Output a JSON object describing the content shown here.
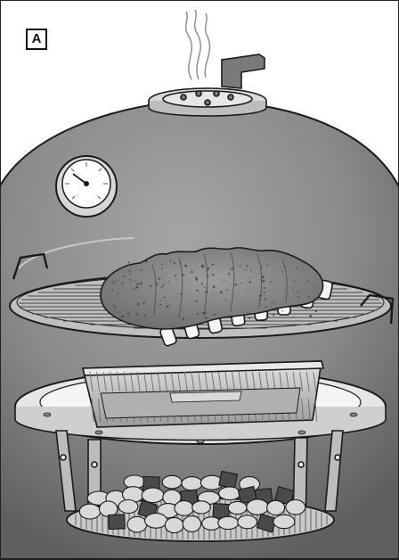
{
  "figure": {
    "panel_label": "A",
    "parts": {
      "lid": "kettle-grill-lid",
      "vent": "top-damper-vent",
      "thermometer": "lid-thermometer",
      "cooking_grate": "cooking-grate",
      "food": "ribs",
      "drip_pan": "aluminum-drip-pan",
      "charcoal_grate": "charcoal-grate",
      "fuel": "charcoal-briquettes-and-wood-chunks"
    },
    "colors": {
      "lid_dark": "#6e6e6e",
      "lid_light": "#a8a8a8",
      "line": "#1a1a1a",
      "meat": "#8a8a8a",
      "bone": "#f2f2f2",
      "foil": "#c4c4c4"
    }
  }
}
